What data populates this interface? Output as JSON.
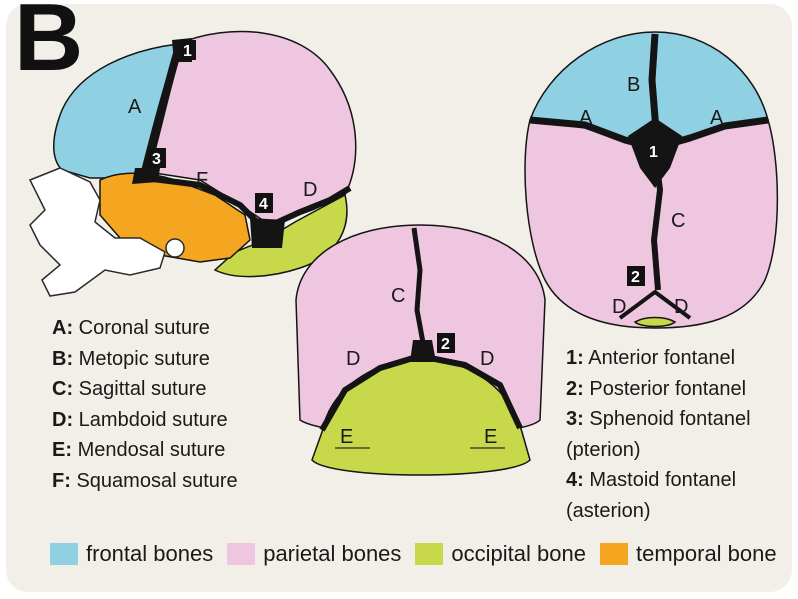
{
  "figure": {
    "panel_letter": "B"
  },
  "colors": {
    "frontal": "#8fd0e3",
    "parietal": "#efc6df",
    "occipital": "#c7d94a",
    "temporal": "#f5a621",
    "suture": "#141414"
  },
  "lateral_view": {
    "letters": {
      "A": "A",
      "F": "F",
      "D": "D"
    },
    "numbers": {
      "n1": "1",
      "n3": "3",
      "n4": "4"
    }
  },
  "posterior_view": {
    "letters": {
      "C": "C",
      "D_left": "D",
      "D_right": "D",
      "E_left": "E",
      "E_right": "E"
    },
    "numbers": {
      "n2": "2"
    }
  },
  "superior_view": {
    "letters": {
      "B": "B",
      "A_left": "A",
      "A_right": "A",
      "C": "C",
      "D_left": "D",
      "D_right": "D"
    },
    "numbers": {
      "n1": "1",
      "n2": "2"
    }
  },
  "sutures": [
    {
      "key": "A:",
      "name": "Coronal suture"
    },
    {
      "key": "B:",
      "name": "Metopic suture"
    },
    {
      "key": "C:",
      "name": "Sagittal suture"
    },
    {
      "key": "D:",
      "name": "Lambdoid suture"
    },
    {
      "key": "E:",
      "name": "Mendosal suture"
    },
    {
      "key": "F:",
      "name": "Squamosal suture"
    }
  ],
  "fontanels": [
    {
      "key": "1:",
      "name": "Anterior fontanel"
    },
    {
      "key": "2:",
      "name": "Posterior fontanel"
    },
    {
      "key": "3:",
      "name": "Sphenoid fontanel"
    },
    {
      "key": "",
      "name": "(pterion)"
    },
    {
      "key": "4:",
      "name": "Mastoid fontanel"
    },
    {
      "key": "",
      "name": "(asterion)"
    }
  ],
  "legend": {
    "frontal": "frontal bones",
    "parietal": "parietal bones",
    "occipital": "occipital bone",
    "temporal": "temporal bone"
  }
}
